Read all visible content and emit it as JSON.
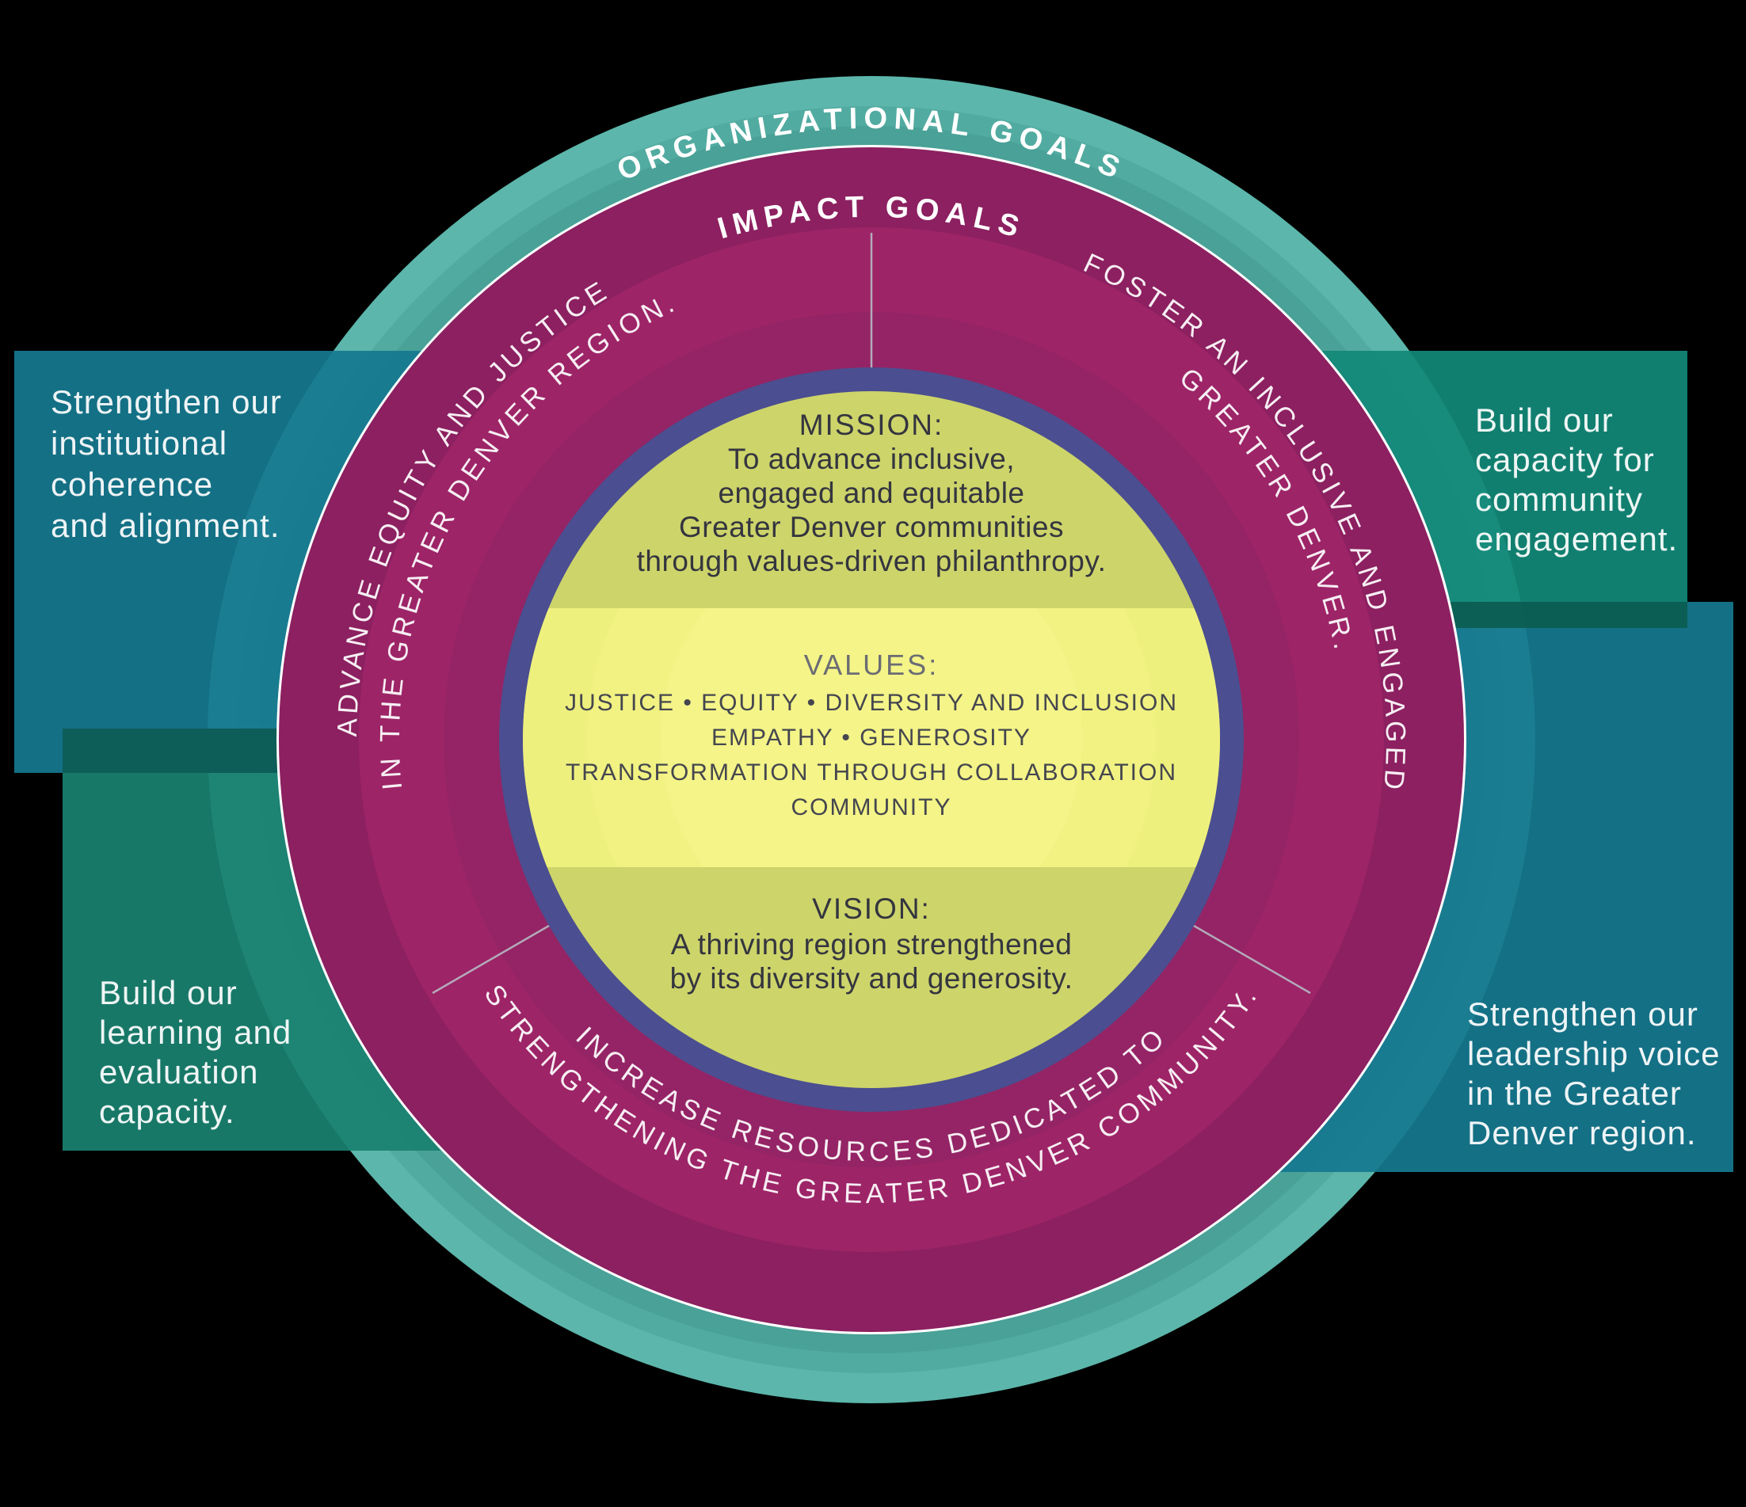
{
  "rings": {
    "outer_label": "ORGANIZATIONAL GOALS",
    "inner_label": "IMPACT GOALS"
  },
  "impact_goals": {
    "left": {
      "line1": "ADVANCE EQUITY AND JUSTICE",
      "line2": "IN THE GREATER DENVER REGION."
    },
    "right": {
      "line1": "FOSTER AN INCLUSIVE AND ENGAGED",
      "line2": "GREATER DENVER."
    },
    "bottom": {
      "line1": "INCREASE RESOURCES DEDICATED TO",
      "line2": "STRENGTHENING THE GREATER DENVER COMMUNITY."
    }
  },
  "center": {
    "mission": {
      "heading": "MISSION:",
      "lines": [
        "To advance inclusive,",
        "engaged and equitable",
        "Greater Denver communities",
        "through values-driven philanthropy."
      ]
    },
    "values": {
      "heading": "VALUES:",
      "lines": [
        "JUSTICE  •  EQUITY  •  DIVERSITY AND INCLUSION",
        "EMPATHY • GENEROSITY",
        "TRANSFORMATION THROUGH COLLABORATION",
        "COMMUNITY"
      ]
    },
    "vision": {
      "heading": "VISION:",
      "lines": [
        "A thriving region strengthened",
        "by its diversity and generosity."
      ]
    }
  },
  "organizational_goals": {
    "top_left": {
      "lines": [
        "Strengthen our",
        "institutional",
        "coherence",
        "and alignment."
      ]
    },
    "bottom_left": {
      "lines": [
        "Build our",
        "learning and",
        "evaluation",
        "capacity."
      ]
    },
    "top_right": {
      "lines": [
        "Build our",
        "capacity for",
        "community",
        "engagement."
      ]
    },
    "bottom_right": {
      "lines": [
        "Strengthen our",
        "leadership voice",
        "in the Greater",
        "Denver region."
      ]
    }
  },
  "colors": {
    "background": "#000000",
    "outer_ring_teal_light": "#5cb6ab",
    "outer_ring_teal_mid": "#52aba0",
    "outer_ring_teal_dark": "#49a197",
    "ring_separator_white": "#ffffff",
    "impact_ring_magenta_outer": "#8c2060",
    "impact_ring_magenta_mid": "#9d2467",
    "impact_ring_magenta_inner": "#942465",
    "inner_ring_blue": "#4b4e90",
    "center_yellow": "#cdd46a",
    "values_band_yellow": "#eef07e",
    "values_band_highlight": "#f4f488",
    "divider_line": "#b9c2c9",
    "box_teal_blue": "#15798f",
    "box_green_left": "#1a8170",
    "box_green_right": "#128978",
    "box_overlap_left": "#0d5a57",
    "box_overlap_right": "#0b5c50",
    "arc_text": "#ffffff",
    "heading_text": "#34353f",
    "values_heading_text": "#6b6c74",
    "values_text": "#45464f",
    "box_text": "#ffffff"
  }
}
